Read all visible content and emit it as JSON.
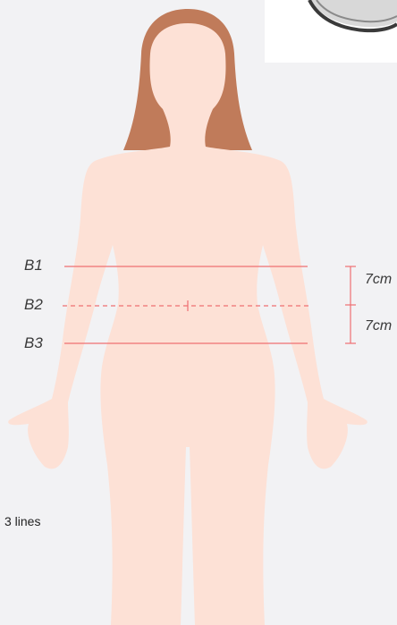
{
  "colors": {
    "background": "#f2f2f4",
    "skin": "#fde1d6",
    "hair": "#c07b5a",
    "line": "#ef6f72",
    "inset_object": "#808080"
  },
  "lines": [
    {
      "label": "B1",
      "style": "solid"
    },
    {
      "label": "B2",
      "style": "dashed"
    },
    {
      "label": "B3",
      "style": "solid"
    }
  ],
  "spacing": [
    {
      "label": "7cm"
    },
    {
      "label": "7cm"
    }
  ],
  "caption": "3 lines"
}
